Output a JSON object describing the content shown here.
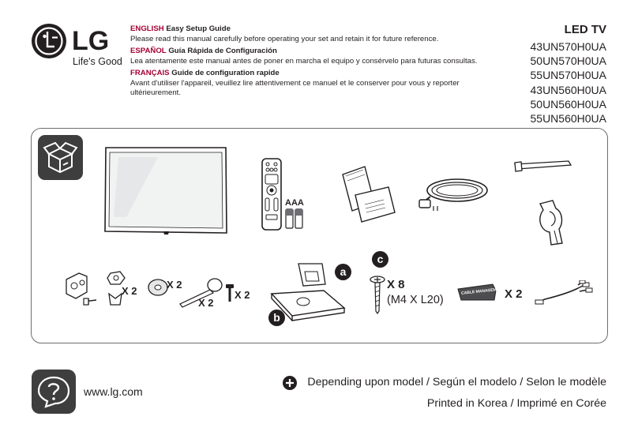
{
  "brand": {
    "logo_text": "LG",
    "tagline": "Life's Good"
  },
  "guide": [
    {
      "language": "ENGLISH",
      "title": "Easy Setup Guide",
      "text": "Please read this manual carefully before operating your set and retain it for future reference."
    },
    {
      "language": "ESPAÑOL",
      "title": "Guía Rápida de Configuración",
      "text": "Lea atentamente este manual antes de poner en marcha el equipo y consérvelo para futuras consultas."
    },
    {
      "language": "FRANÇAIS",
      "title": "Guide de configuration rapide",
      "text": "Avant d'utiliser l'appareil, veuillez lire attentivement ce manuel et le conserver pour vous y reporter ultérieurement."
    }
  ],
  "product": {
    "type": "LED TV",
    "models": [
      "43UN570H0UA",
      "50UN570H0UA",
      "55UN570H0UA",
      "43UN560H0UA",
      "50UN560H0UA",
      "55UN560H0UA"
    ]
  },
  "components": {
    "battery_label": "AAA",
    "bracket_qty": "X 2",
    "washer_qty": "X 2",
    "bolt_qty": "X 2",
    "screw_qty": "X 2",
    "stand_a": "a",
    "stand_b": "b",
    "screw_c": "c",
    "screw_c_qty": "X 8",
    "screw_c_spec": "(M4 X L20)",
    "cable_mgmt_text": "CABLE MANAGEMENT",
    "cable_mgmt_qty": "X 2"
  },
  "footer": {
    "website": "www.lg.com",
    "note": "Depending upon model / Según el modelo / Selon le modèle",
    "printed": "Printed in Korea / Imprimé en Corée"
  },
  "colors": {
    "accent": "#a50034",
    "ink": "#231f20",
    "icon_bg": "#3e3e3f"
  }
}
